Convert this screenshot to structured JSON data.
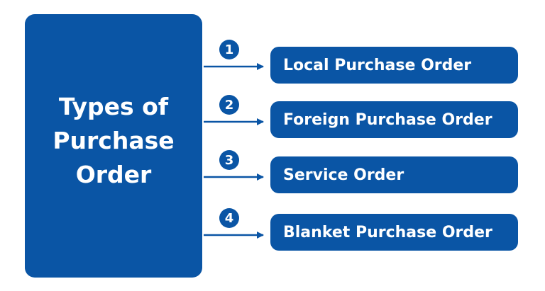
{
  "diagram": {
    "title_lines": [
      "Types of",
      "Purchase",
      "Order"
    ],
    "items": [
      {
        "number": "1",
        "label": "Local Purchase Order"
      },
      {
        "number": "2",
        "label": "Foreign Purchase Order"
      },
      {
        "number": "3",
        "label": "Service Order"
      },
      {
        "number": "4",
        "label": "Blanket Purchase Order"
      }
    ]
  },
  "colors": {
    "accent": "#0a55a5",
    "text": "#ffffff",
    "background": "#ffffff"
  }
}
